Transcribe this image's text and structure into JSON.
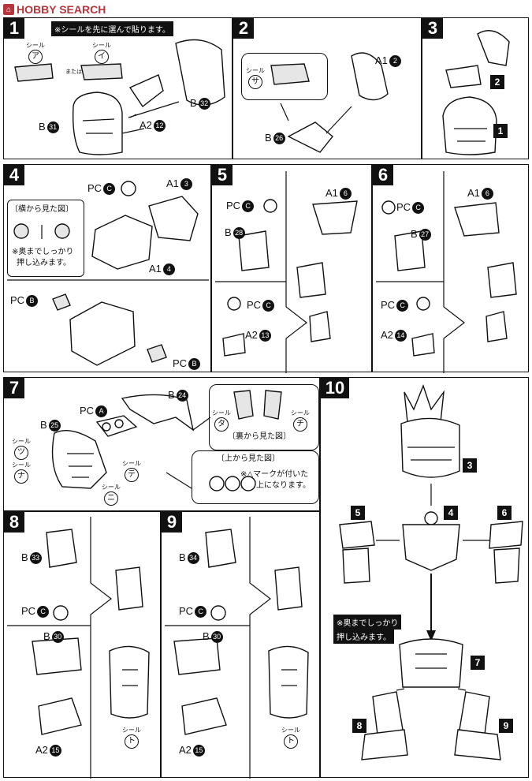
{
  "watermark": {
    "icon": "hobby-search-logo-icon",
    "text": "HOBBY SEARCH"
  },
  "steps": {
    "s1": {
      "number": "1",
      "note": "※シールを先に選んで貼ります。",
      "sticker_word": "シール",
      "sticker_a": "ア",
      "sticker_i": "イ",
      "or_text": "または",
      "parts": [
        {
          "runner": "B",
          "num": "31"
        },
        {
          "runner": "A2",
          "num": "12"
        },
        {
          "runner": "B",
          "num": "32"
        }
      ]
    },
    "s2": {
      "number": "2",
      "sticker_word": "シール",
      "sticker": "サ",
      "parts": [
        {
          "runner": "A1",
          "num": "2"
        },
        {
          "runner": "B",
          "num": "26"
        }
      ]
    },
    "s3": {
      "number": "3",
      "markers": [
        "2",
        "1"
      ]
    },
    "s4": {
      "number": "4",
      "side_view": "〔横から見た図〕",
      "push_note": [
        "※奥までしっかり",
        "押し込みます。"
      ],
      "parts": [
        {
          "runner": "PC",
          "letter": "C"
        },
        {
          "runner": "A1",
          "num": "3"
        },
        {
          "runner": "A1",
          "num": "4"
        },
        {
          "runner": "PC",
          "letter": "B"
        },
        {
          "runner": "PC",
          "letter": "B"
        }
      ]
    },
    "s5": {
      "number": "5",
      "parts": [
        {
          "runner": "PC",
          "letter": "C"
        },
        {
          "runner": "B",
          "num": "28"
        },
        {
          "runner": "PC",
          "letter": "C"
        },
        {
          "runner": "A2",
          "num": "13"
        },
        {
          "runner": "A1",
          "num": "6"
        }
      ]
    },
    "s6": {
      "number": "6",
      "parts": [
        {
          "runner": "PC",
          "letter": "C"
        },
        {
          "runner": "B",
          "num": "27"
        },
        {
          "runner": "PC",
          "letter": "C"
        },
        {
          "runner": "A2",
          "num": "14"
        },
        {
          "runner": "A1",
          "num": "6"
        }
      ]
    },
    "s7": {
      "number": "7",
      "back_view": "〔裏から見た図〕",
      "top_view": "〔上から見た図〕",
      "triangle_note": [
        "※△マークが付いた",
        "方が上になります。"
      ],
      "sticker_word": "シール",
      "stickers": [
        "タ",
        "チ",
        "ツ",
        "ナ",
        "テ",
        "ニ"
      ],
      "parts": [
        {
          "runner": "PC",
          "letter": "A"
        },
        {
          "runner": "B",
          "num": "24"
        },
        {
          "runner": "B",
          "num": "25"
        }
      ]
    },
    "s8": {
      "number": "8",
      "sticker_word": "シール",
      "sticker": "ト",
      "parts": [
        {
          "runner": "B",
          "num": "33"
        },
        {
          "runner": "PC",
          "letter": "C"
        },
        {
          "runner": "B",
          "num": "30"
        },
        {
          "runner": "A2",
          "num": "15"
        }
      ]
    },
    "s9": {
      "number": "9",
      "sticker_word": "シール",
      "sticker": "ト",
      "parts": [
        {
          "runner": "B",
          "num": "34"
        },
        {
          "runner": "PC",
          "letter": "C"
        },
        {
          "runner": "B",
          "num": "30"
        },
        {
          "runner": "A2",
          "num": "15"
        }
      ]
    },
    "s10": {
      "number": "10",
      "push_note": [
        "※奥までしっかり",
        "押し込みます。"
      ],
      "markers": [
        "3",
        "5",
        "4",
        "6",
        "7",
        "8",
        "9"
      ]
    }
  }
}
